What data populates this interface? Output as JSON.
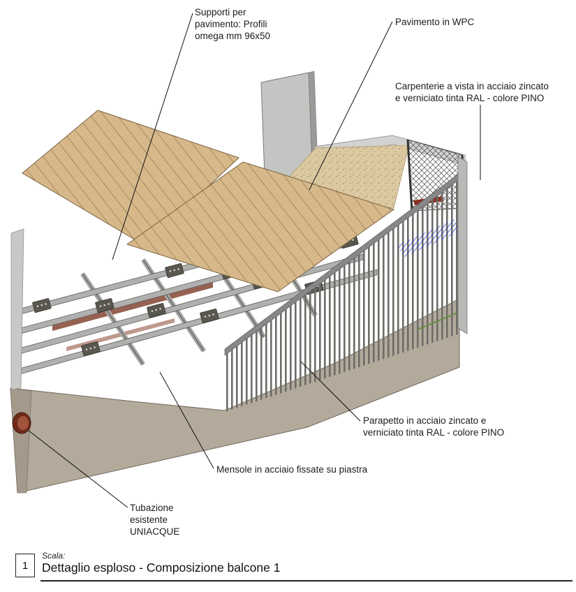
{
  "annotations": {
    "supporti": [
      "Supporti per",
      "pavimento: Profili",
      "omega mm 96x50"
    ],
    "pavimento": "Pavimento in WPC",
    "carpenterie": [
      "Carpenterie a vista in acciaio zincato",
      "e verniciato tinta RAL - colore PINO"
    ],
    "parapetto": [
      "Parapetto in acciaio zincato e",
      "verniciato tinta RAL - colore PINO"
    ],
    "mensole": "Mensole in acciaio fissate su piastra",
    "tubazione": [
      "Tubazione",
      "esistente",
      "UNIACQUE"
    ]
  },
  "title_block": {
    "number": "1",
    "scale_label": "Scala:",
    "title": "Dettaglio esploso - Composizione balcone 1"
  },
  "colors": {
    "wood": "#d6b88b",
    "wood_line": "#96764a",
    "concrete_wall": "#b3aa9b",
    "steel_gray": "#a6a6a4",
    "steel_dark": "#5a574f",
    "panel_gray": "#c8c8c6",
    "sand": "#dbc9a2",
    "blue_hatch": "#2b3fd0",
    "pipe_red": "#7c3a26",
    "leader_line": "#111111"
  }
}
